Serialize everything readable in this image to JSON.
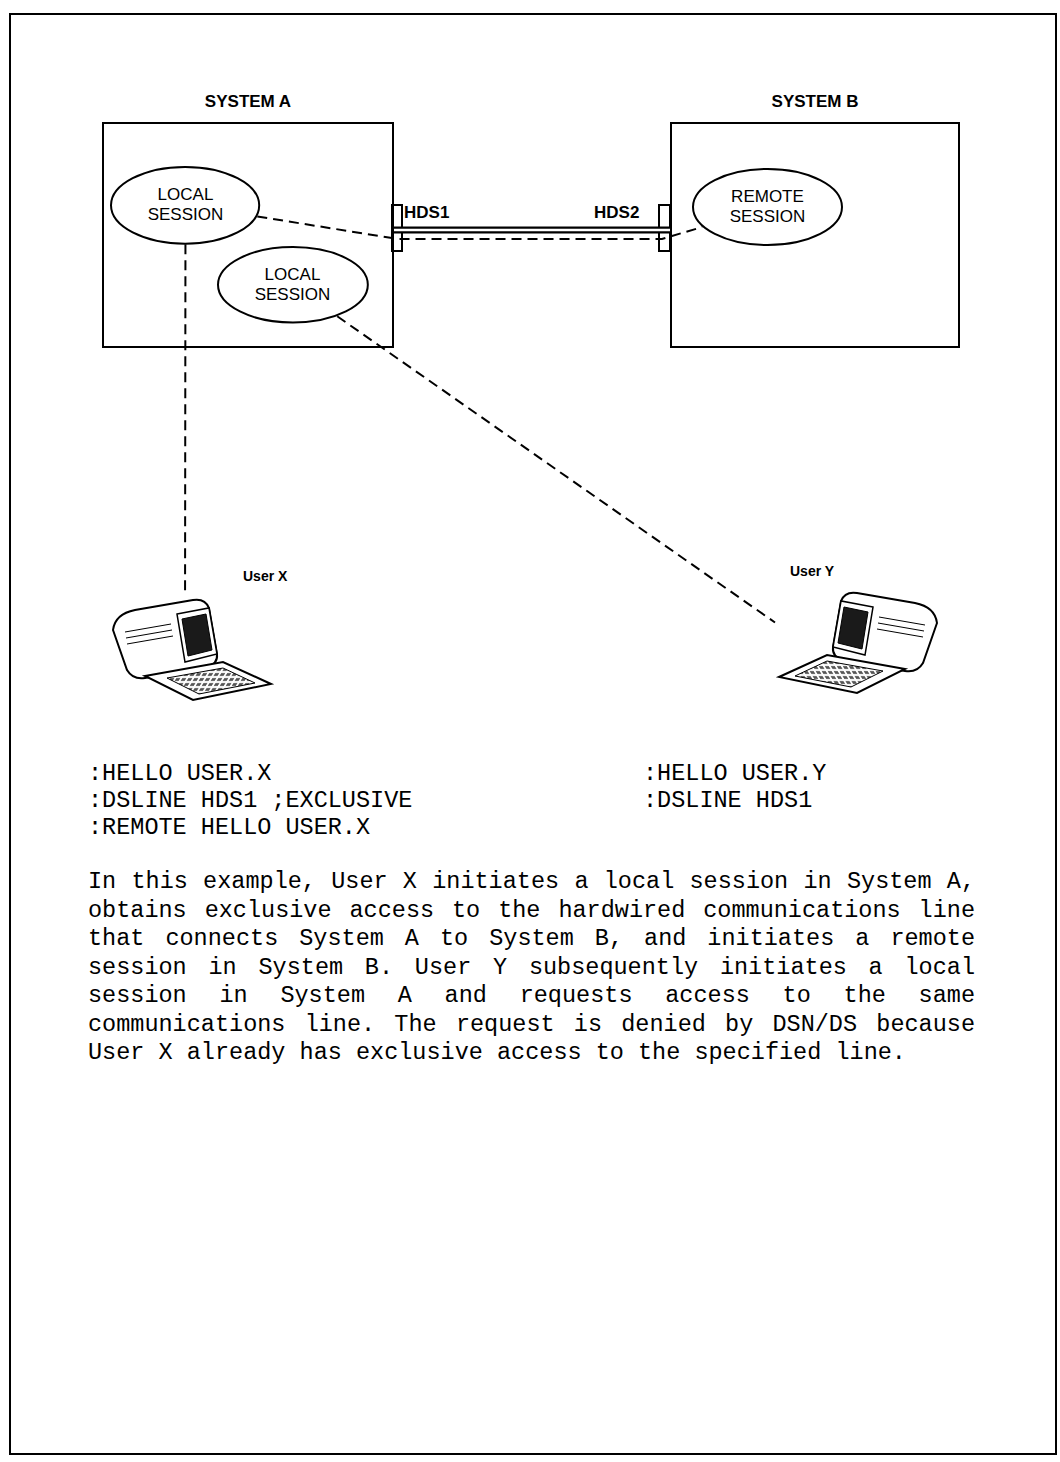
{
  "diagram": {
    "caption": "In this example, User X initiates a local session in System A, obtains exclusive access to the hardwired communications line that connects System A to System B, and initiates a remote session in System B. User Y subsequently initiates a local session in System A and requests access to the same communications line. The request is denied by DSN/DS because User X already has exclusive access to the specified line.",
    "nodes": [
      {
        "text": [
          "SYSTEM A"
        ]
      },
      {
        "text": [
          "LOCAL SESSION"
        ],
        "in": 0
      },
      {
        "text": [
          "LOCAL SESSION"
        ],
        "in": 0
      },
      {
        "text": [
          "SYSTEM B"
        ]
      },
      {
        "text": [
          "REMOTE SESSION"
        ],
        "in": 3
      },
      {
        "text": [
          "User X"
        ]
      },
      {
        "text": [
          "User Y"
        ]
      }
    ],
    "edges": [
      {
        "from": 0,
        "to": 3,
        "arrow": "none"
      },
      {
        "from": 1,
        "to": 4,
        "arrow": "none"
      },
      {
        "from": 1,
        "to": 5,
        "arrow": "none"
      },
      {
        "from": 2,
        "to": 6,
        "arrow": "none"
      }
    ],
    "labels": [
      "HDS1",
      "HDS2",
      ":HELLO USER.X",
      ":DSLINE HDS1 ;EXCLUSIVE",
      ":REMOTE HELLO USER.X",
      ":HELLO USER.Y",
      ":DSLINE HDS1"
    ]
  }
}
